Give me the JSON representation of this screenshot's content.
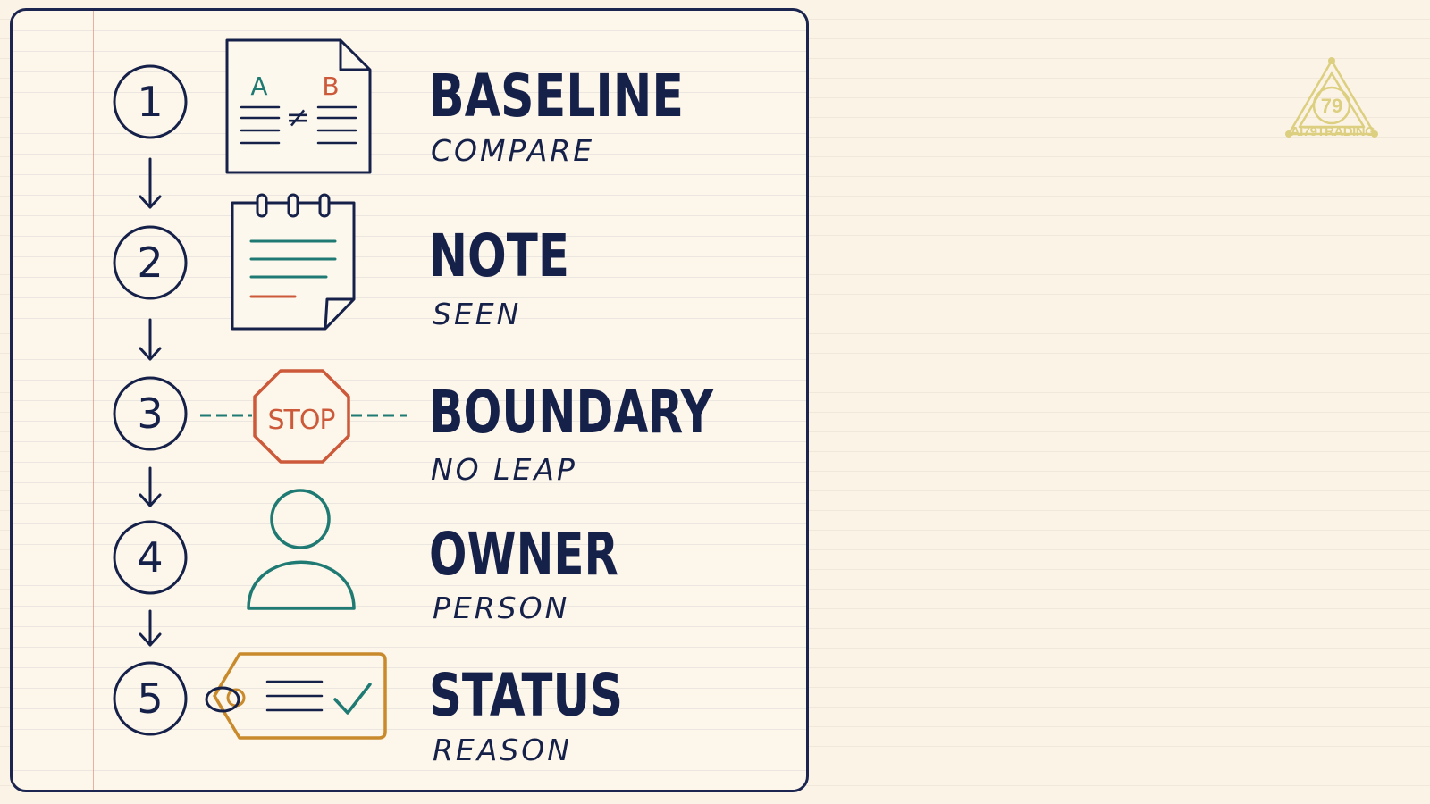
{
  "steps": [
    {
      "number": "1",
      "title": "BASELINE",
      "subtitle": "COMPARE",
      "icon": "compare-document-icon"
    },
    {
      "number": "2",
      "title": "NOTE",
      "subtitle": "SEEN",
      "icon": "notepad-icon"
    },
    {
      "number": "3",
      "title": "BOUNDARY",
      "subtitle": "NO LEAP",
      "icon": "stop-sign-icon"
    },
    {
      "number": "4",
      "title": "OWNER",
      "subtitle": "PERSON",
      "icon": "person-icon"
    },
    {
      "number": "5",
      "title": "STATUS",
      "subtitle": "REASON",
      "icon": "tag-check-icon"
    }
  ],
  "icons": {
    "compare": {
      "left_letter": "A",
      "right_letter": "B",
      "symbol": "≠"
    },
    "stop_sign": {
      "text": "STOP"
    }
  },
  "logo": {
    "text": "AI79TRADING",
    "badge_number": "79"
  },
  "colors": {
    "ink": "#16214a",
    "teal": "#1f7a73",
    "red": "#cc5a3a",
    "amber": "#c98a2c",
    "logo": "#dccf80"
  }
}
